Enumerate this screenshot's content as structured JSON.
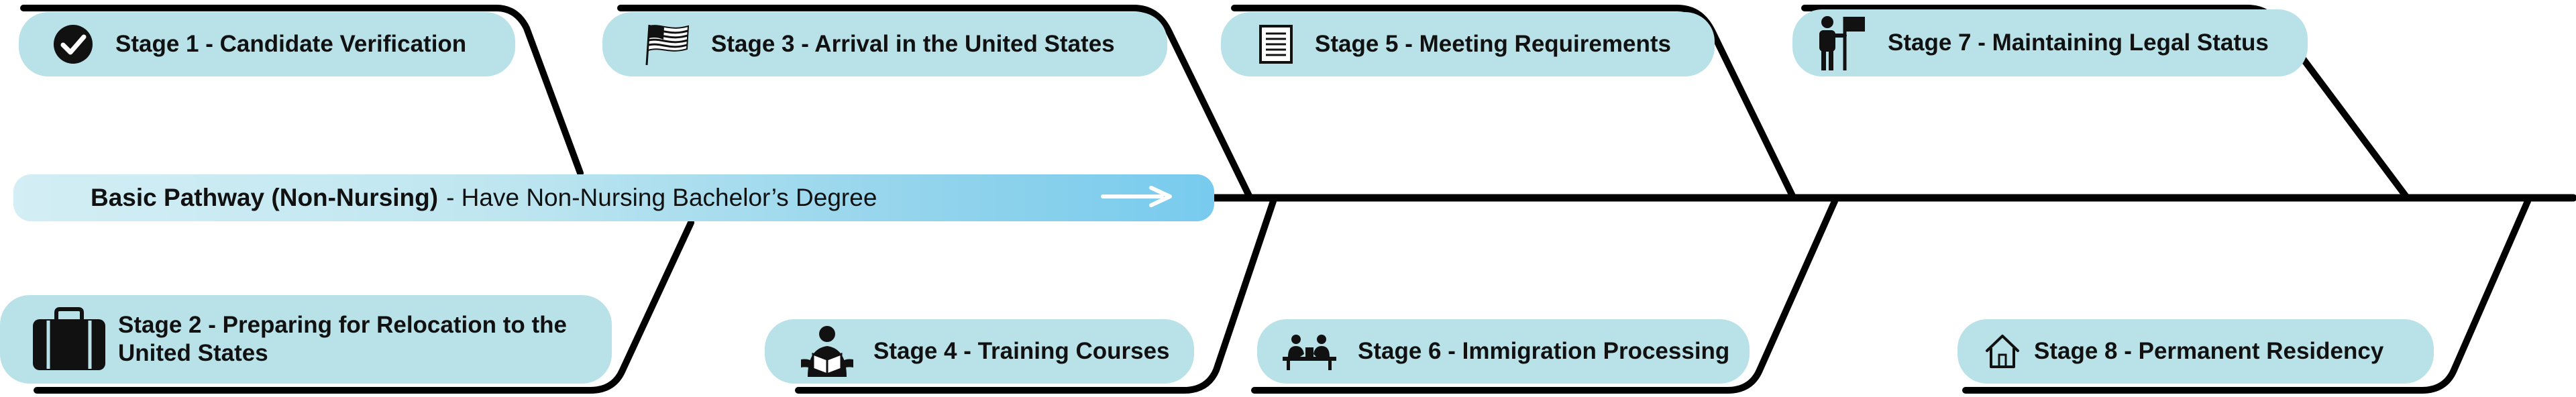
{
  "pathway": {
    "title": "Basic Pathway (Non-Nursing)",
    "subtitle": "- Have Non-Nursing Bachelor’s Degree"
  },
  "stages": [
    {
      "id": 1,
      "label": "Stage 1 - Candidate Verification",
      "icon": "checkmark-circle-icon"
    },
    {
      "id": 2,
      "label": "Stage 2 - Preparing for Relocation to the United States",
      "icon": "suitcase-icon"
    },
    {
      "id": 3,
      "label": "Stage 3 - Arrival in the United States",
      "icon": "us-flag-icon"
    },
    {
      "id": 4,
      "label": "Stage 4 - Training Courses",
      "icon": "person-reading-icon"
    },
    {
      "id": 5,
      "label": "Stage 5 - Meeting Requirements",
      "icon": "checklist-document-icon"
    },
    {
      "id": 6,
      "label": "Stage 6 - Immigration Processing",
      "icon": "people-at-desk-icon"
    },
    {
      "id": 7,
      "label": "Stage 7 - Maintaining Legal Status",
      "icon": "person-with-flag-icon"
    },
    {
      "id": 8,
      "label": "Stage 8 - Permanent Residency",
      "icon": "house-icon"
    }
  ],
  "colors": {
    "pill": "#b9e1e8",
    "bar_start": "#d3eef4",
    "bar_end": "#78cbee",
    "line": "#000000"
  }
}
